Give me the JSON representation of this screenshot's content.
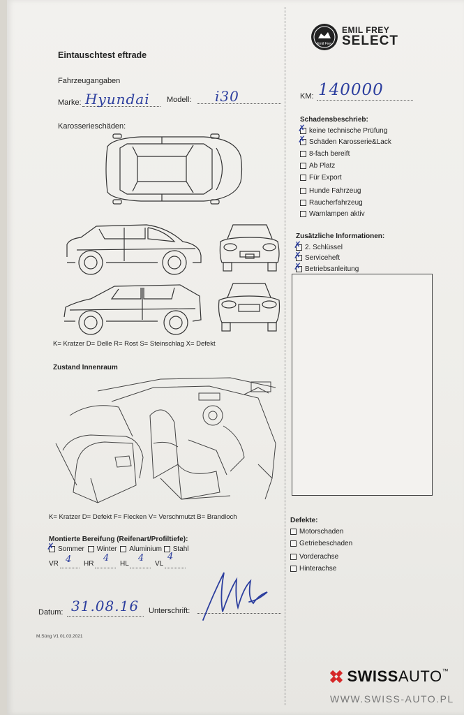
{
  "form": {
    "title": "Eintauschtest eftrade",
    "vehicle_section": "Fahrzeugangaben",
    "make_label": "Marke:",
    "make_value": "Hyundai",
    "model_label": "Modell:",
    "model_value": "i30",
    "km_label": "KM:",
    "km_value": "140000",
    "body_damage_label": "Karosserieschäden:",
    "body_legend": "K= Kratzer D= Delle R= Rost S= Steinschlag X= Defekt",
    "interior_label": "Zustand Innenraum",
    "interior_legend": "K= Kratzer D= Defekt F= Flecken V= Verschmutzt B= Brandloch",
    "tires": {
      "label": "Montierte Bereifung (Reifenart/Profiltiefe):",
      "options": [
        {
          "label": "Sommer",
          "checked": true
        },
        {
          "label": "Winter",
          "checked": false
        },
        {
          "label": "Aluminium",
          "checked": false
        },
        {
          "label": "Stahl",
          "checked": false
        }
      ],
      "positions": [
        {
          "label": "VR",
          "value": "4"
        },
        {
          "label": "HR",
          "value": "4"
        },
        {
          "label": "HL",
          "value": "4"
        },
        {
          "label": "VL",
          "value": "4"
        }
      ]
    },
    "date_label": "Datum:",
    "date_value": "31.08.16",
    "signature_label": "Unterschrift:",
    "version": "M.Süng V1 01.03.2021"
  },
  "brand": {
    "badge_top": "Emil Frey",
    "line1": "EMIL FREY",
    "line2": "SELECT"
  },
  "damage_description": {
    "label": "Schadensbeschrieb:",
    "items": [
      {
        "label": "keine technische Prüfung",
        "checked": true
      },
      {
        "label": "Schäden Karosserie&Lack",
        "checked": true
      },
      {
        "label": "8-fach bereift",
        "checked": false
      },
      {
        "label": "Ab Platz",
        "checked": false
      },
      {
        "label": "Für Export",
        "checked": false
      },
      {
        "label": "Hunde Fahrzeug",
        "checked": false
      },
      {
        "label": "Raucherfahrzeug",
        "checked": false
      },
      {
        "label": "Warnlampen aktiv",
        "checked": false
      }
    ]
  },
  "additional_info": {
    "label": "Zusätzliche Informationen:",
    "items": [
      {
        "label": "2. Schlüssel",
        "checked": true
      },
      {
        "label": "Serviceheft",
        "checked": true
      },
      {
        "label": "Betriebsanleitung",
        "checked": true
      }
    ]
  },
  "defects": {
    "label": "Defekte:",
    "items": [
      {
        "label": "Motorschaden",
        "checked": false
      },
      {
        "label": "Getriebeschaden",
        "checked": false
      },
      {
        "label": "Vorderachse",
        "checked": false
      },
      {
        "label": "Hinterachse",
        "checked": false
      }
    ]
  },
  "watermark": {
    "brand_a": "SWISS",
    "brand_b": "AUTO",
    "tm": "™",
    "url": "WWW.SWISS-AUTO.PL",
    "accent": "#d62828"
  }
}
